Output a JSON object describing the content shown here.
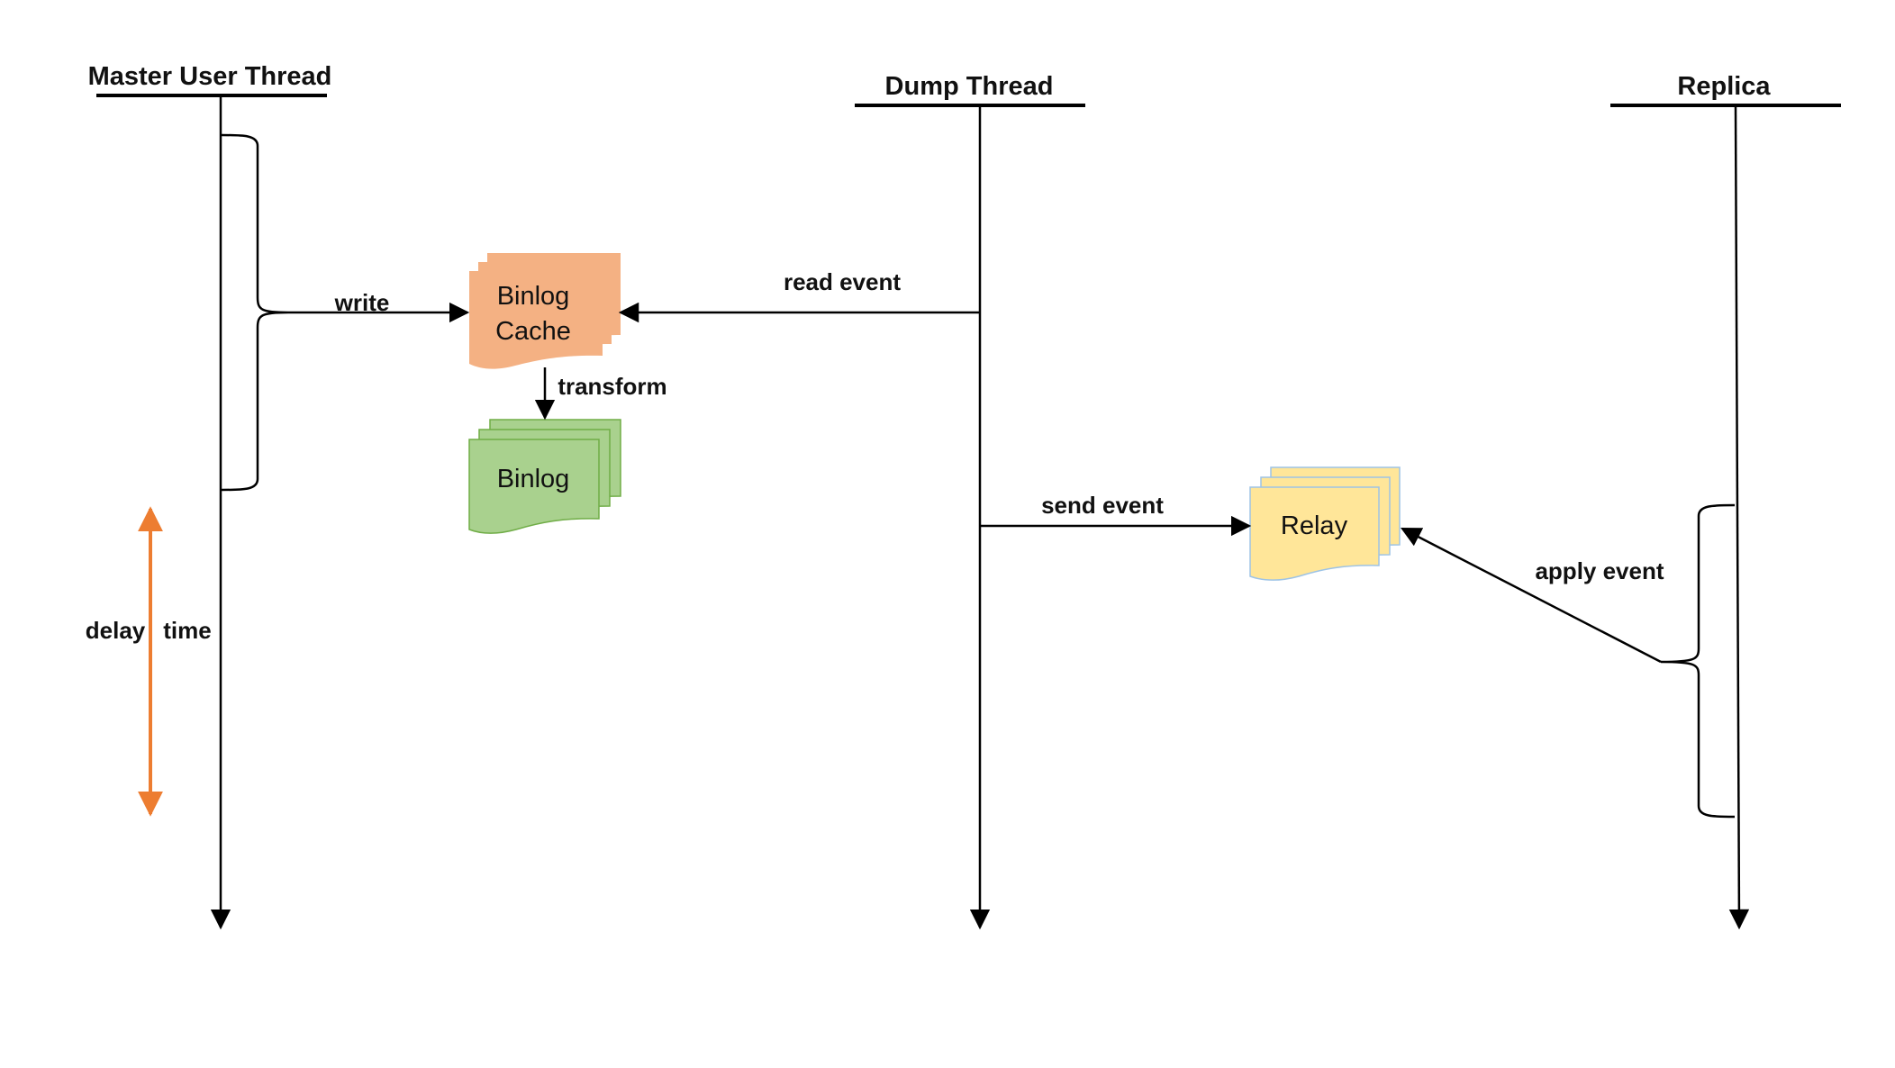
{
  "lanes": {
    "master": "Master User Thread",
    "dump": "Dump Thread",
    "replica": "Replica"
  },
  "documents": {
    "binlog_cache": {
      "line1": "Binlog",
      "line2": "Cache"
    },
    "binlog": "Binlog",
    "relay": "Relay"
  },
  "arrows": {
    "write": "write",
    "read_event": "read event",
    "transform": "transform",
    "send_event": "send event",
    "apply_event": "apply event"
  },
  "delay": {
    "label_left": "delay",
    "label_right": "time"
  },
  "colors": {
    "line": "#000000",
    "binlog_cache_fill": "#f4b183",
    "binlog_fill": "#a9d18e",
    "binlog_stroke": "#70ad47",
    "relay_fill": "#ffe699",
    "relay_stroke": "#9dc3e6",
    "delay_arrow": "#ed7d31"
  }
}
